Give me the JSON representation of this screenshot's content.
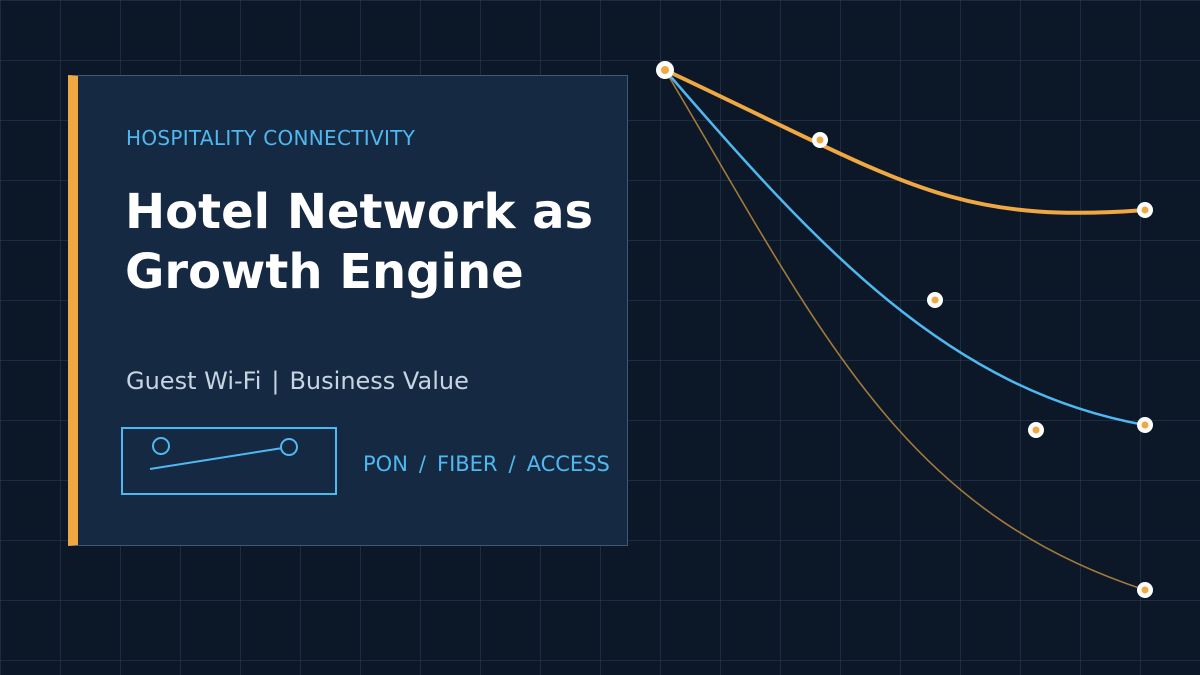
{
  "eyebrow": "HOSPITALITY CONNECTIVITY",
  "title": "Hotel Network as Growth Engine",
  "subtitle": {
    "left": "Guest Wi-Fi",
    "separator": "|",
    "right": "Business Value"
  },
  "tags": [
    "PON",
    "FIBER",
    "ACCESS"
  ],
  "tag_separator": "/",
  "icons": {
    "fiber_link": "fiber-link-icon"
  },
  "colors": {
    "background": "#0c1828",
    "card": "#152a42",
    "accent_orange": "#f0a843",
    "accent_blue": "#4fb8f0",
    "text_white": "#ffffff",
    "text_muted": "#c7d4e2"
  }
}
